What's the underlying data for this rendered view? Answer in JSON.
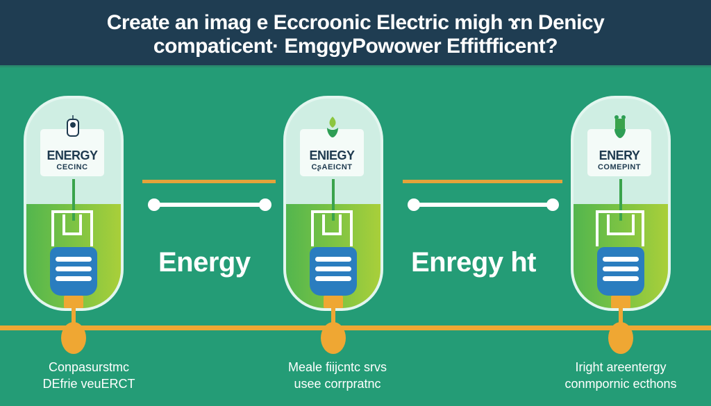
{
  "header": {
    "line1": "Create  an imag e Eccroonic Electric migh ɤn Denicy",
    "line2": "compaticent· EmggyPowower Effitfficent?"
  },
  "colors": {
    "header_bg": "#1f3d52",
    "background": "#249c76",
    "accent_orange": "#efa733",
    "bulb_base_blue": "#2a7dbf",
    "liquid_green": "#7cc343",
    "label_text": "#1e3a4f"
  },
  "bulbs": [
    {
      "label_line1": "ENERGY",
      "label_line2": "CECINC",
      "icon": "plug-icon",
      "caption_line1": "Conpasurstmc",
      "caption_line2": "DEfrie veuERCT"
    },
    {
      "label_line1": "ENIEGY",
      "label_line2": "CʂAEICNT",
      "icon": "leaf-icon",
      "caption_line1": "Meale fiĳcntc srvs",
      "caption_line2": "usee corrpratnc"
    },
    {
      "label_line1": "ENERY",
      "label_line2": "COMEPINT",
      "icon": "battery-leaf-icon",
      "caption_line1": "Iright areentergy",
      "caption_line2": "conmpornic ecthons"
    }
  ],
  "middle_labels": [
    "Energy",
    "Enregy ht"
  ]
}
